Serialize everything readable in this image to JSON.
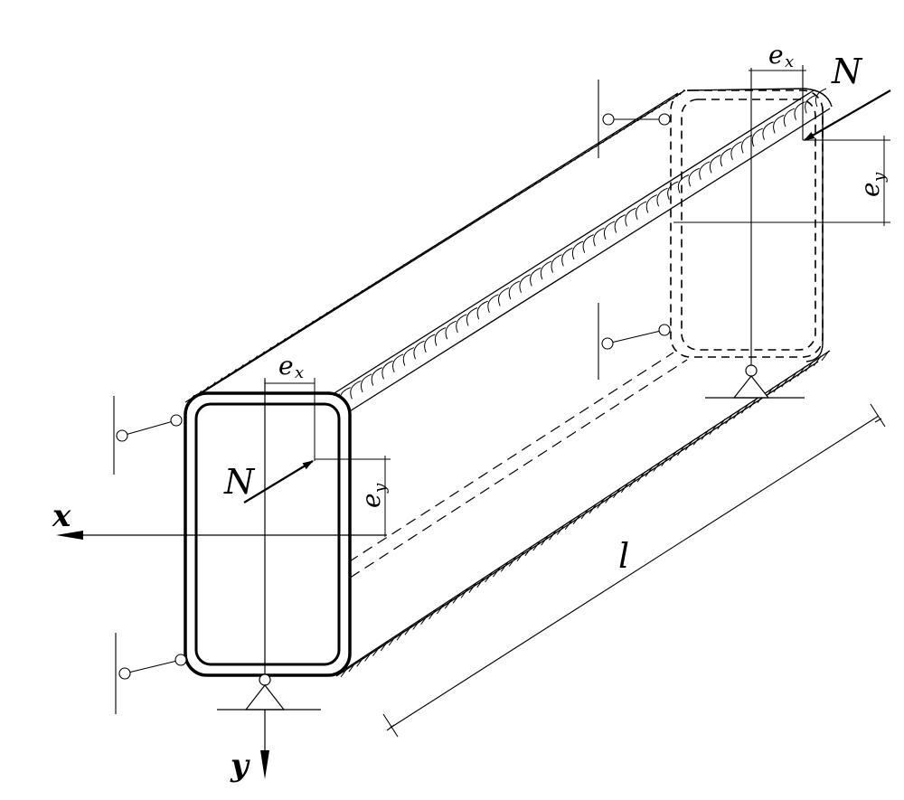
{
  "labels": {
    "force_front": "N",
    "force_back": "N",
    "ex_front": "e",
    "ex_front_sub": "x",
    "ey_front": "e",
    "ey_front_sub": "y",
    "ex_back": "e",
    "ex_back_sub": "x",
    "ey_back": "e",
    "ey_back_sub": "y",
    "axis_x": "x",
    "axis_y": "y",
    "length": "l"
  }
}
